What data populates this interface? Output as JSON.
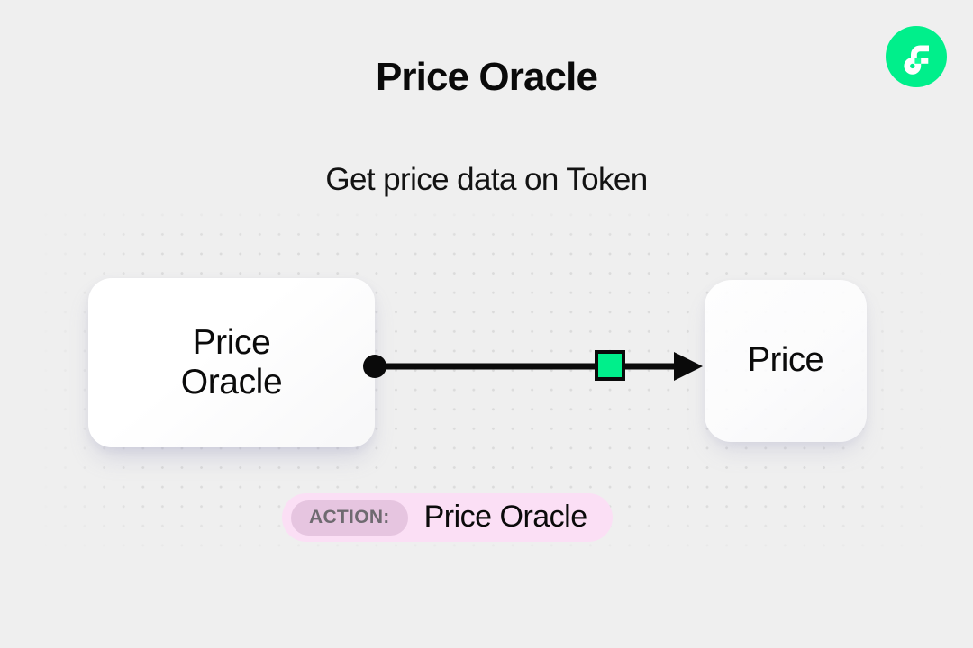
{
  "brand": {
    "logo_icon": "flow-logo-icon",
    "logo_color": "#00EF8B",
    "logo_mark_color": "#FFFFFF",
    "logo_accent_color": "#16FF99"
  },
  "header": {
    "title": "Price Oracle",
    "subtitle": "Get price data on Token"
  },
  "diagram": {
    "background_color": "#EFEFEF",
    "dot_color": "#DBDBDB",
    "nodes": [
      {
        "id": "source",
        "label": "Price\nOracle",
        "label_line1": "Price",
        "label_line2": "Oracle",
        "handle_icon": "connection-dot-icon",
        "handle_color": "#0A0A0A"
      },
      {
        "id": "target",
        "label": "Price"
      }
    ],
    "edge": {
      "from": "source",
      "to": "target",
      "stroke_color": "#0A0A0A",
      "marker_icon": "arrowhead-icon",
      "chip_icon": "edge-chip-icon",
      "chip_color": "#00EF8B",
      "chip_border_color": "#0A0A0A"
    }
  },
  "action_badge": {
    "prefix_label": "ACTION:",
    "value": "Price Oracle",
    "background_color": "#FBDFF5",
    "chip_background_color": "#E6C5E0",
    "chip_text_color": "#6E6A70"
  }
}
